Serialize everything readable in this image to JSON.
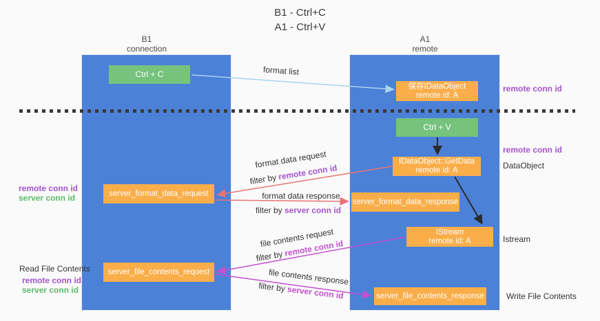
{
  "title": {
    "line1": "B1 - Ctrl+C",
    "line2": "A1 - Ctrl+V"
  },
  "lanes": {
    "left": {
      "name": "B1",
      "role": "connection"
    },
    "right": {
      "name": "A1",
      "role": "remote"
    }
  },
  "nodes": {
    "ctrl_c": {
      "label": "Ctrl + C"
    },
    "save_idataobject": {
      "line1": "保存IDataObject",
      "line2": "remote id: A"
    },
    "ctrl_v": {
      "label": "Ctrl + V"
    },
    "getdata": {
      "line1": "IDataObject::GetData",
      "line2": "remote id: A"
    },
    "server_format_data_request": {
      "label": "server_format_data_request"
    },
    "server_format_data_response": {
      "label": "server_format_data_response"
    },
    "istream": {
      "line1": "IStream",
      "line2": "remote id: A"
    },
    "server_file_contents_request": {
      "label": "server_file_contents_request"
    },
    "server_file_contents_response": {
      "label": "server_file_contents_response"
    }
  },
  "arrow_labels": {
    "format_list": "format list",
    "format_data_request": "format data request",
    "format_data_response": "format data response",
    "file_contents_request": "file contents request",
    "file_contents_response": "file contents response",
    "filter_by": "filter by",
    "remote_conn_id": "remote conn id",
    "server_conn_id": "server conn id"
  },
  "side_labels": {
    "remote_conn_id": "remote conn id",
    "server_conn_id": "server conn id",
    "dataobject": "DataObject",
    "istream": "Istream",
    "read_file_contents": "Read File Contents",
    "write_file_contents": "Write File Contents"
  },
  "colors": {
    "lane_blue": "#4c81d8",
    "action_green": "#76c37d",
    "message_orange": "#f9ae4a",
    "arrow_salmon": "#e87474",
    "arrow_magenta": "#c44fd0",
    "arrow_lightblue": "#a9d3ef",
    "arrow_black": "#2b2b2b",
    "text_purple": "#a553d0",
    "text_green": "#5cb96a",
    "background": "#fafafa"
  }
}
